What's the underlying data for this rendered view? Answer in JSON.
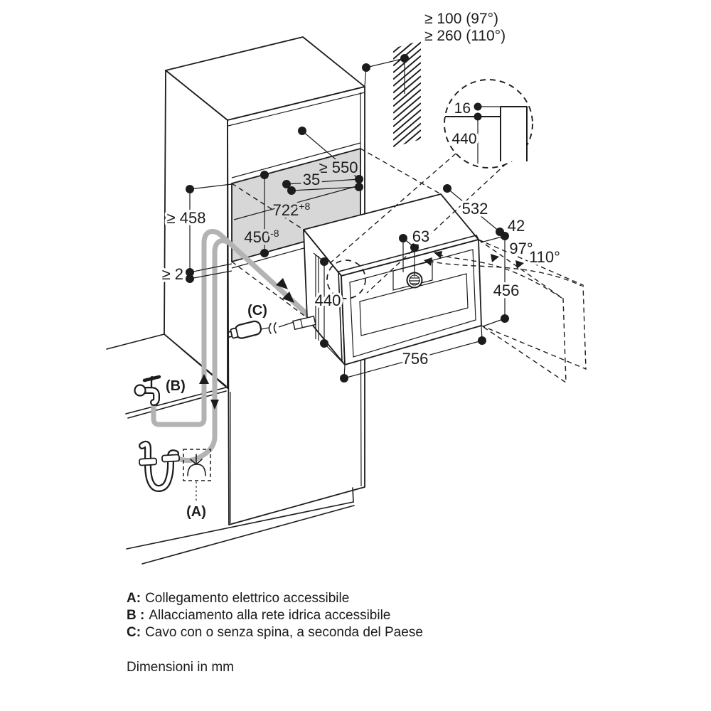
{
  "colors": {
    "line": "#1c1c1c",
    "niche_fill": "#d7d7d7",
    "hose_gray": "#b3b3b3",
    "background": "#ffffff"
  },
  "clearance_note": {
    "line1": "≥ 100 (97°)",
    "line2": "≥ 260 (110°)"
  },
  "detail_callout": {
    "gap": "16",
    "height": "440"
  },
  "niche": {
    "depth": "≥ 550",
    "rail_offset": "35",
    "width": "722",
    "width_tol": "+8",
    "height": "450",
    "height_tol": "-8",
    "side_height": "≥ 458",
    "bottom_gap": "≥ 2"
  },
  "oven": {
    "depth": "532",
    "overhang": "42",
    "front_height": "456",
    "knob_offset": "63",
    "height": "440",
    "width": "756"
  },
  "door": {
    "angle_small": "97°",
    "angle_large": "110°"
  },
  "connections": {
    "a": "(A)",
    "b": "(B)",
    "c": "(C)"
  },
  "legend": {
    "items": [
      {
        "key": "A:",
        "text": "Collegamento elettrico accessibile"
      },
      {
        "key": "B :",
        "text": "Allacciamento alla rete idrica accessibile"
      },
      {
        "key": "C:",
        "text": "Cavo con o senza spina, a seconda del Paese"
      }
    ],
    "note": "Dimensioni in mm"
  }
}
